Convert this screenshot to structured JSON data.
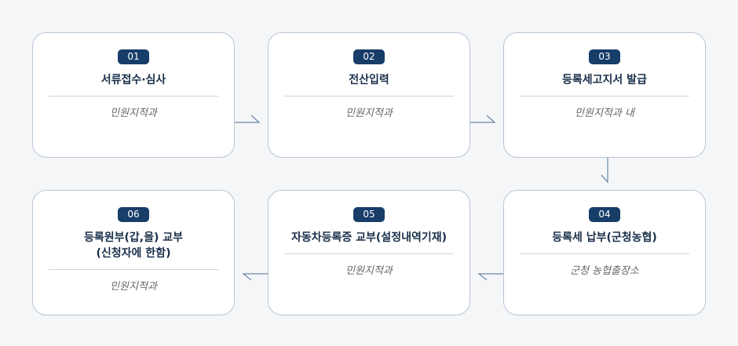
{
  "steps": [
    {
      "num": "01",
      "title": "서류접수·심사",
      "dept": "민원지적과"
    },
    {
      "num": "02",
      "title": "전산입력",
      "dept": "민원지적과"
    },
    {
      "num": "03",
      "title": "등록세고지서 발급",
      "dept": "민원지적과 내"
    },
    {
      "num": "04",
      "title": "등록세 납부(군청농협)",
      "dept": "군청 농협출장소"
    },
    {
      "num": "05",
      "title": "자동차등록증 교부(설정내역기재)",
      "dept": "민원지적과"
    },
    {
      "num": "06",
      "title_line1": "등록원부(갑,을) 교부",
      "title_line2": "(신청자에 한함)",
      "dept": "민원지적과"
    }
  ]
}
